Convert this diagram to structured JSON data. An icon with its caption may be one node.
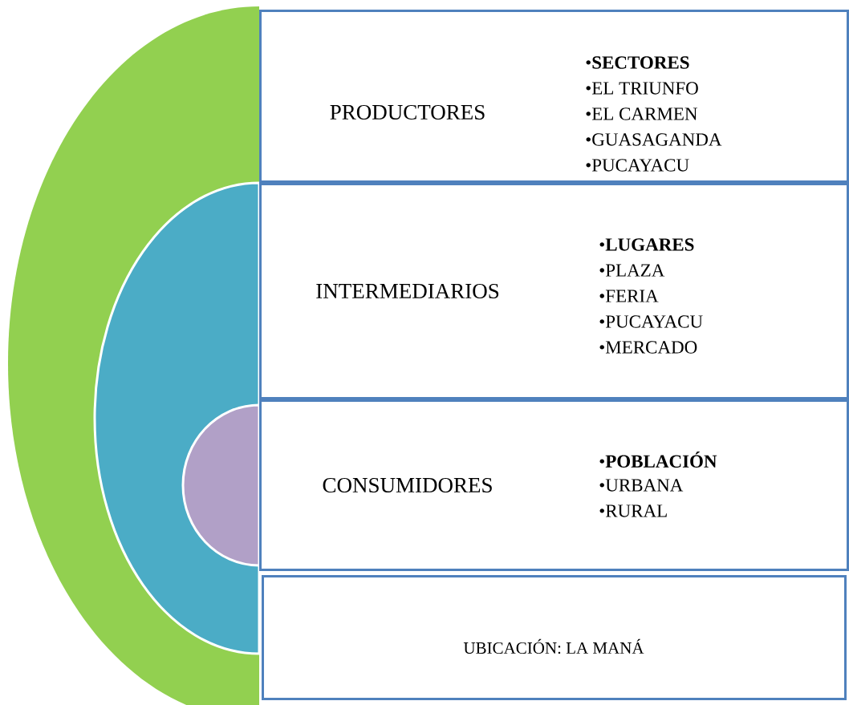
{
  "diagram": {
    "nodes": [
      {
        "text": [
          "PRODUCTORES",
          "•**SECTORES**",
          "•EL TRIUNFO",
          "•EL CARMEN",
          "•GUASAGANDA",
          "•PUCAYACU"
        ]
      },
      {
        "text": [
          "INTERMEDIARIOS",
          "•**LUGARES**",
          "•PLAZA",
          "•FERIA",
          "•PUCAYACU",
          "•MERCADO"
        ]
      },
      {
        "text": [
          "CONSUMIDORES",
          "•**POBLACIÓN**",
          "•URBANA",
          "•RURAL"
        ]
      },
      {
        "text": [
          "UBICACIÓN: LA MANÁ"
        ]
      }
    ]
  }
}
